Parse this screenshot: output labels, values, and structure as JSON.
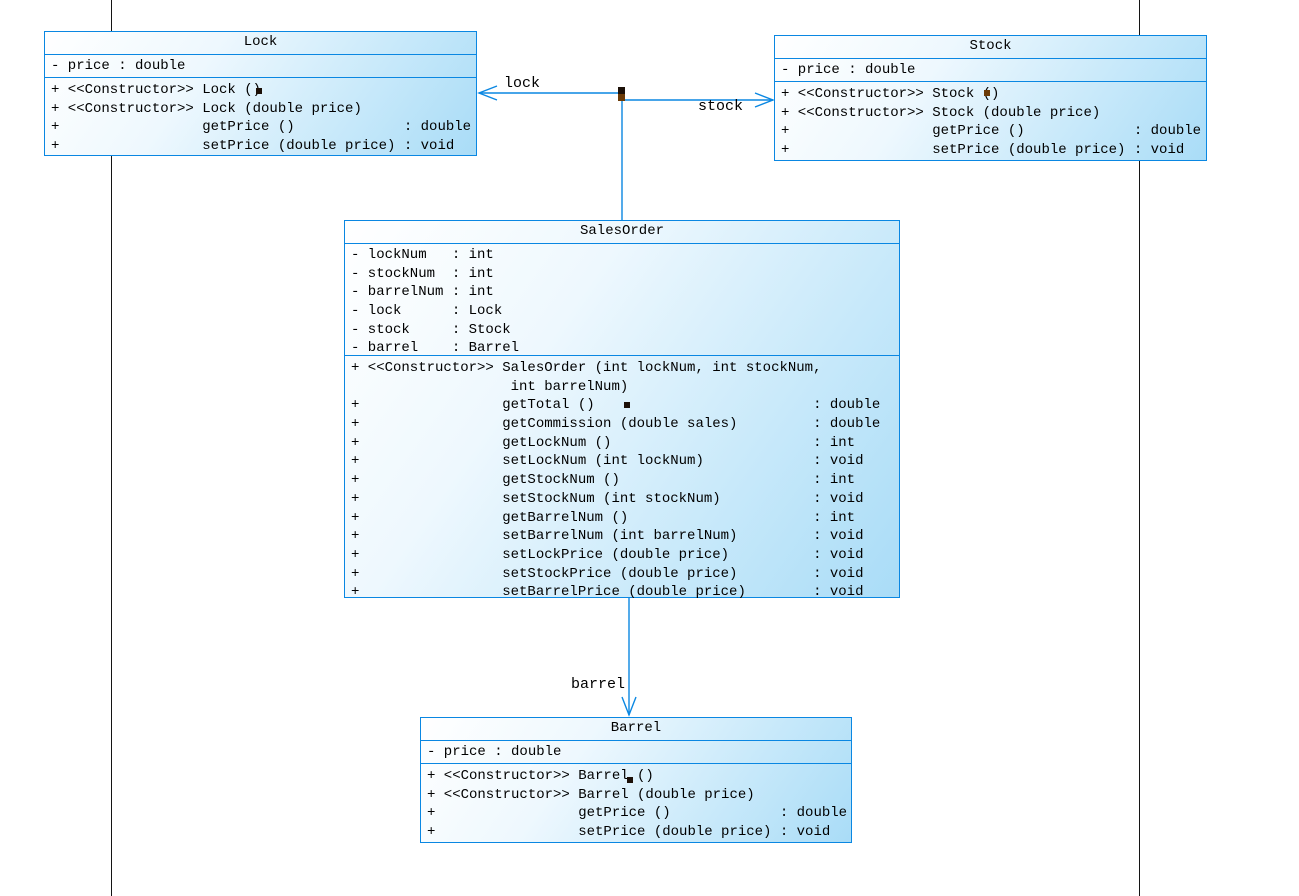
{
  "diagram": {
    "type": "uml-class-diagram",
    "accent_color": "#0a87e2",
    "box_gradient_from": "#ffffff",
    "box_gradient_to": "#a9dcf7",
    "page_boundary_color": "#141414",
    "text_color": "#000000"
  },
  "classes": {
    "lock": {
      "title": "Lock",
      "attributes": [
        "- price : double"
      ],
      "methods": [
        "+ <<Constructor>> Lock ()",
        "+ <<Constructor>> Lock (double price)",
        "+                 getPrice ()             : double",
        "+                 setPrice (double price) : void"
      ]
    },
    "stock": {
      "title": "Stock",
      "attributes": [
        "- price : double"
      ],
      "methods": [
        "+ <<Constructor>> Stock ()",
        "+ <<Constructor>> Stock (double price)",
        "+                 getPrice ()             : double",
        "+                 setPrice (double price) : void"
      ]
    },
    "salesorder": {
      "title": "SalesOrder",
      "attributes": [
        "- lockNum   : int",
        "- stockNum  : int",
        "- barrelNum : int",
        "- lock      : Lock",
        "- stock     : Stock",
        "- barrel    : Barrel"
      ],
      "methods": [
        "+ <<Constructor>> SalesOrder (int lockNum, int stockNum,",
        "                   int barrelNum)",
        "+                 getTotal ()                          : double",
        "+                 getCommission (double sales)         : double",
        "+                 getLockNum ()                        : int",
        "+                 setLockNum (int lockNum)             : void",
        "+                 getStockNum ()                       : int",
        "+                 setStockNum (int stockNum)           : void",
        "+                 getBarrelNum ()                      : int",
        "+                 setBarrelNum (int barrelNum)         : void",
        "+                 setLockPrice (double price)          : void",
        "+                 setStockPrice (double price)         : void",
        "+                 setBarrelPrice (double price)        : void"
      ]
    },
    "barrel": {
      "title": "Barrel",
      "attributes": [
        "- price : double"
      ],
      "methods": [
        "+ <<Constructor>> Barrel ()",
        "+ <<Constructor>> Barrel (double price)",
        "+                 getPrice ()             : double",
        "+                 setPrice (double price) : void"
      ]
    }
  },
  "connectors": {
    "lock": {
      "label": "lock"
    },
    "stock": {
      "label": "stock"
    },
    "barrel": {
      "label": "barrel"
    }
  }
}
